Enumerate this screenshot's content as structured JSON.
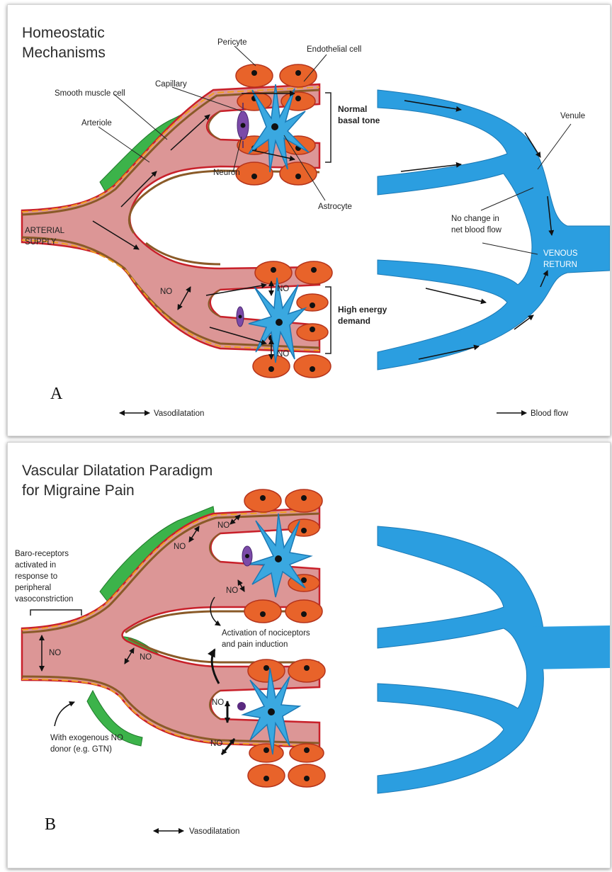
{
  "panel_a": {
    "title_line1": "Homeostatic",
    "title_line2": "Mechanisms",
    "labels": {
      "pericyte": "Pericyte",
      "endothelial_cell": "Endothelial cell",
      "capillary": "Capillary",
      "smooth_muscle_cell": "Smooth muscle cell",
      "arteriole": "Arteriole",
      "normal_basal_tone_line1": "Normal",
      "normal_basal_tone_line2": "basal tone",
      "neuron": "Neuron",
      "astrocyte": "Astrocyte",
      "venule": "Venule",
      "arterial_supply_line1": "ARTERIAL",
      "arterial_supply_line2": "SUPPLY",
      "no_change_line1": "No change in",
      "no_change_line2": "net blood flow",
      "venous_return_line1": "VENOUS",
      "venous_return_line2": "RETURN",
      "high_energy_line1": "High energy",
      "high_energy_line2": "demand",
      "no_1": "NO",
      "no_2": "NO",
      "no_3": "NO"
    },
    "letter": "A",
    "legend_vasodilatation": "Vasodilatation",
    "legend_blood_flow": "Blood flow"
  },
  "panel_b": {
    "title_line1": "Vascular Dilatation Paradigm",
    "title_line2": "for Migraine Pain",
    "labels": {
      "baro_line1": "Baro-receptors",
      "baro_line2": "activated  in",
      "baro_line3": "response to",
      "baro_line4": "peripheral",
      "baro_line5": "vasoconstriction",
      "activation_line1": "Activation of nociceptors",
      "activation_line2": "and pain induction",
      "exo_line1": "With exogenous NO",
      "exo_line2": "donor (e.g. GTN)",
      "no_1": "NO",
      "no_2": "NO",
      "no_3": "NO",
      "no_4": "NO",
      "no_5": "NO",
      "no_6": "NO",
      "no_7": "NO"
    },
    "letter": "B",
    "legend_vasodilatation": "Vasodilatation"
  },
  "colors": {
    "vessel_fill": "#dc9696",
    "vessel_outline": "#c8202a",
    "endothelium": "#f0a020",
    "endothelium_edge": "#8a5a28",
    "smooth_muscle": "#3cb34a",
    "pericyte": "#e8632a",
    "vein": "#2b9ee0",
    "astrocyte": "#3aa8e0",
    "neuron": "#7b4aa8"
  }
}
